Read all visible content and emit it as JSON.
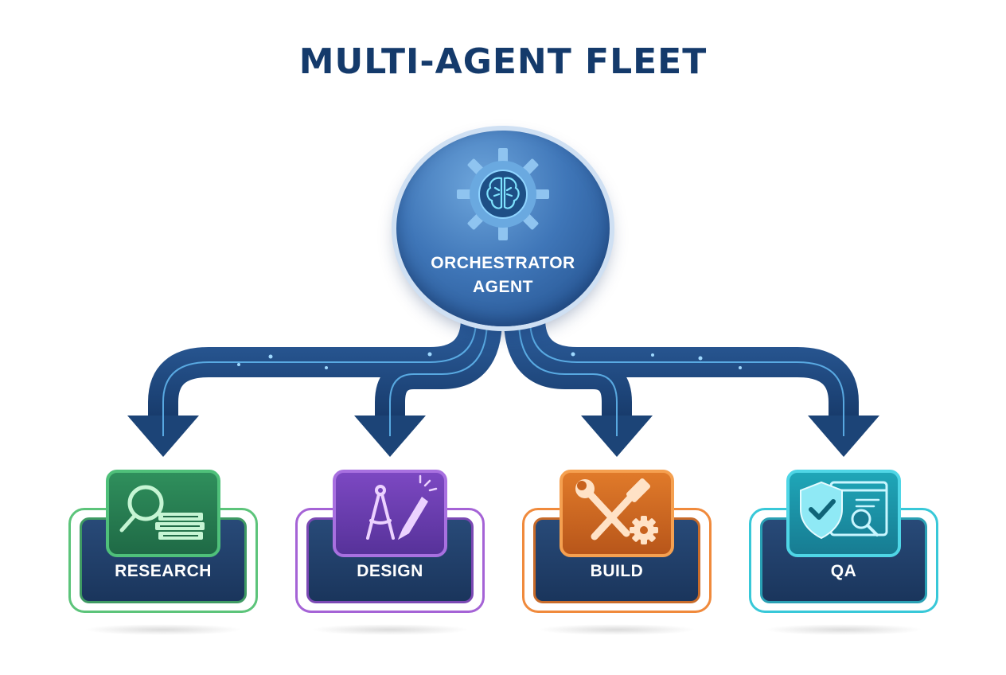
{
  "title": "MULTI-AGENT FLEET",
  "orchestrator": {
    "label_line1": "ORCHESTRATOR",
    "label_line2": "AGENT",
    "icon": "brain-gear-icon"
  },
  "agents": [
    {
      "label": "RESEARCH",
      "icon": "magnifier-books-icon",
      "color": "#4fc07a"
    },
    {
      "label": "DESIGN",
      "icon": "compass-pencil-icon",
      "color": "#a563d6"
    },
    {
      "label": "BUILD",
      "icon": "tools-gear-icon",
      "color": "#f08a3c"
    },
    {
      "label": "QA",
      "icon": "shield-check-code-icon",
      "color": "#38c8d8"
    }
  ]
}
